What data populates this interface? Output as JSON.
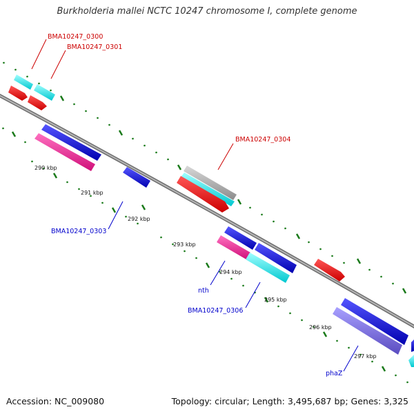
{
  "title": "Burkholderia mallei NCTC 10247 chromosome I, complete genome",
  "footer": {
    "accession": "Accession: NC_009080",
    "summary": "Topology: circular; Length: 3,495,687 bp; Genes: 3,325"
  },
  "colors": {
    "backbone": "#8a8a8a",
    "forward_label": "#cc0000",
    "reverse_label": "#0000cc",
    "tick": "#1a7a1a"
  },
  "kbp_labels": [
    "290 kbp",
    "291 kbp",
    "292 kbp",
    "293 kbp",
    "294 kbp",
    "295 kbp",
    "296 kbp",
    "297 kbp"
  ],
  "gene_labels": {
    "g0300": "BMA10247_0300",
    "g0301": "BMA10247_0301",
    "g0304": "BMA10247_0304",
    "g0303": "BMA10247_0303",
    "nth": "nth",
    "g0306": "BMA10247_0306",
    "phaZ": "phaZ"
  }
}
